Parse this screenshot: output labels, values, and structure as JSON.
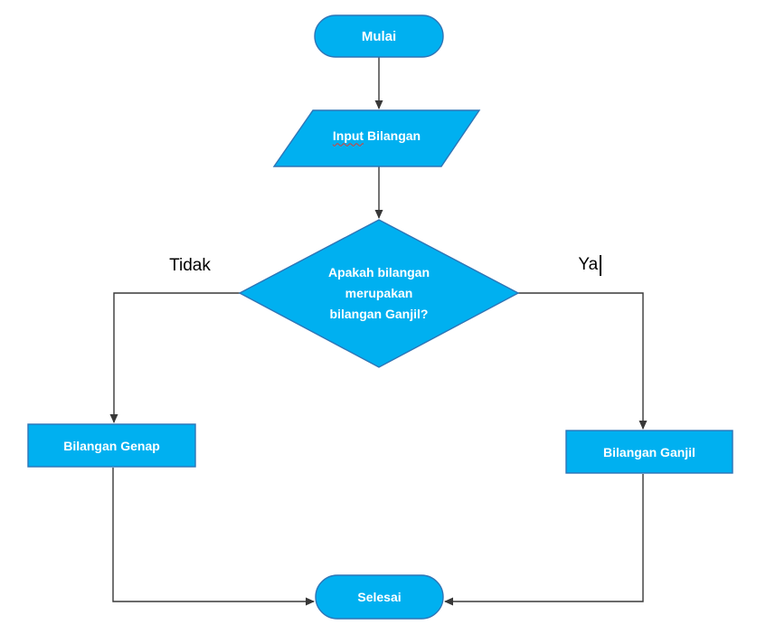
{
  "theme": {
    "canvas_bg": "#ffffff",
    "node_fill": "#00B0F0",
    "node_border": "#2E75B6",
    "node_text_color": "#ffffff",
    "connector_color": "#383838",
    "label_color": "#000000",
    "spellcheck_color": "#e03c31"
  },
  "nodes": {
    "start": {
      "type": "terminator",
      "label": "Mulai"
    },
    "input": {
      "type": "io-parallelogram",
      "label": "Input Bilangan",
      "label_word": "Input",
      "label_rest": " Bilangan"
    },
    "decision": {
      "type": "decision-diamond",
      "label": "Apakah bilangan\nmerupakan\nbilangan Ganjil?"
    },
    "even": {
      "type": "process",
      "label": "Bilangan Genap"
    },
    "odd": {
      "type": "process",
      "label": "Bilangan Ganjil"
    },
    "end": {
      "type": "terminator",
      "label": "Selesai"
    }
  },
  "edges": {
    "no_label": "Tidak",
    "yes_label": "Ya"
  }
}
